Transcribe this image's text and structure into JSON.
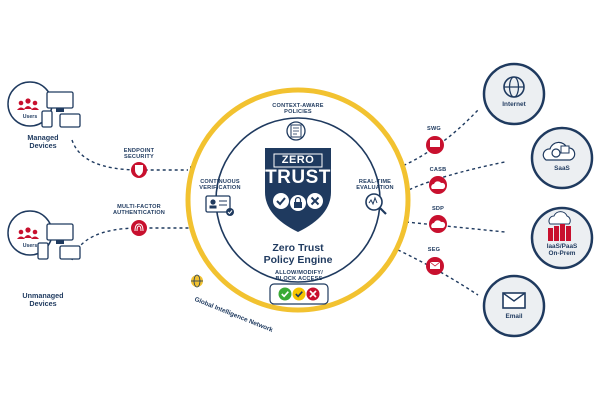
{
  "left": {
    "managed": {
      "users_label": "Users",
      "label_line1": "Managed",
      "label_line2": "Devices"
    },
    "unmanaged": {
      "users_label": "Users",
      "label_line1": "Unmanaged",
      "label_line2": "Devices"
    },
    "endpoint_security": {
      "line1": "ENDPOINT",
      "line2": "SECURITY"
    },
    "mfa": {
      "line1": "MULTI-FACTOR",
      "line2": "AUTHENTICATION"
    }
  },
  "center": {
    "context_aware": {
      "line1": "CONTEXT-AWARE",
      "line2": "POLICIES"
    },
    "continuous": {
      "line1": "CONTINUOUS",
      "line2": "VERIFICATION"
    },
    "realtime": {
      "line1": "REAL-TIME",
      "line2": "EVALUATION"
    },
    "zero_trust_line1": "ZERO",
    "zero_trust_line2": "TRUST",
    "engine_line1": "Zero Trust",
    "engine_line2": "Policy Engine",
    "actions": {
      "line1": "ALLOW/MODIFY/",
      "line2": "BLOCK ACCESS"
    },
    "network_label": "Global Intelligence Network"
  },
  "connectors": [
    {
      "label": "SWG",
      "icon": "monitor-shield-icon"
    },
    {
      "label": "CASB",
      "icon": "cloud-shield-icon"
    },
    {
      "label": "SDP",
      "icon": "cloud-lock-icon"
    },
    {
      "label": "SEG",
      "icon": "envelope-shield-icon"
    }
  ],
  "services": [
    {
      "line1": "Internet",
      "line2": "",
      "icon": "globe-icon"
    },
    {
      "line1": "SaaS",
      "line2": "",
      "icon": "saas-apps-icon"
    },
    {
      "line1": "IaaS/PaaS",
      "line2": "On-Prem",
      "icon": "datacenter-icon"
    },
    {
      "line1": "Email",
      "line2": "",
      "icon": "envelope-icon"
    }
  ],
  "colors": {
    "navy": "#1f3a5f",
    "red": "#c8102e",
    "gold": "#f2c230",
    "green": "#3aaa35",
    "yellow": "#f5c400"
  }
}
